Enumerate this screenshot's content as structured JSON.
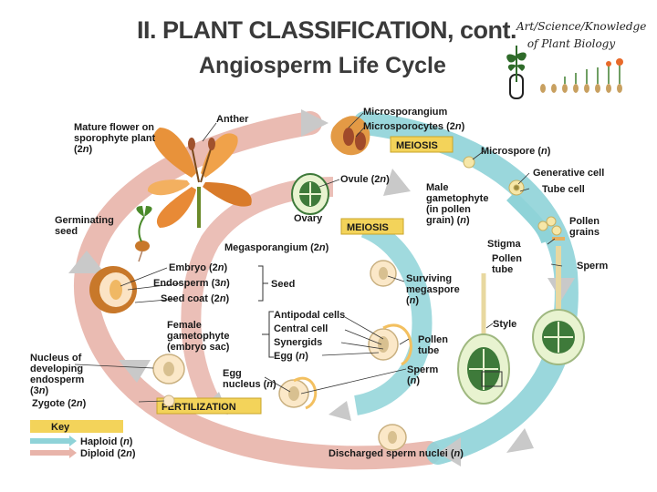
{
  "header": {
    "title": "II. PLANT CLASSIFICATION, cont.",
    "subtitle": "Angiosperm Life Cycle",
    "brand_line1": "Art/Science/Knowledge",
    "brand_line2": "of Plant Biology"
  },
  "stages": {
    "meiosis_top": "MEIOSIS",
    "meiosis_mid": "MEIOSIS",
    "fertilization": "FERTILIZATION"
  },
  "labels": {
    "mature_flower_1": "Mature flower on",
    "mature_flower_2": "sporophyte plant",
    "mature_flower_3_a": "(2",
    "mature_flower_3_n": "n",
    "mature_flower_3_b": ")",
    "anther": "Anther",
    "microsporangium": "Microsporangium",
    "microsporocytes_a": "Microsporocytes (2",
    "microsporocytes_n": "n",
    "microsporocytes_b": ")",
    "microspore_a": "Microspore (",
    "microspore_n": "n",
    "microspore_b": ")",
    "generative_cell": "Generative cell",
    "tube_cell": "Tube cell",
    "ovule_a": "Ovule (2",
    "ovule_n": "n",
    "ovule_b": ")",
    "ovary": "Ovary",
    "male_gam_1": "Male",
    "male_gam_2": "gametophyte",
    "male_gam_3": "(in pollen",
    "male_gam_4_a": "grain) (",
    "male_gam_4_n": "n",
    "male_gam_4_b": ")",
    "pollen_grains_1": "Pollen",
    "pollen_grains_2": "grains",
    "germinating_1": "Germinating",
    "germinating_2": "seed",
    "megasporangium_a": "Megasporangium (2",
    "megasporangium_n": "n",
    "megasporangium_b": ")",
    "stigma": "Stigma",
    "pollen_tube_1": "Pollen",
    "pollen_tube_2": "tube",
    "sperm_right": "Sperm",
    "embryo_a": "Embryo (2",
    "embryo_n": "n",
    "embryo_b": ")",
    "endosperm_a": "Endosperm (3",
    "endosperm_n": "n",
    "endosperm_b": ")",
    "seed_coat_a": "Seed coat (2",
    "seed_coat_n": "n",
    "seed_coat_b": ")",
    "seed": "Seed",
    "surviving_1": "Surviving",
    "surviving_2": "megaspore",
    "surviving_3_a": "(",
    "surviving_3_n": "n",
    "surviving_3_b": ")",
    "antipodal": "Antipodal cells",
    "central_cell": "Central cell",
    "synergids": "Synergids",
    "egg_a": "Egg (",
    "egg_n": "n",
    "egg_b": ")",
    "female_1": "Female",
    "female_2": "gametophyte",
    "female_3": "(embryo sac)",
    "style": "Style",
    "pollen_tube_mid_1": "Pollen",
    "pollen_tube_mid_2": "tube",
    "nucleus_1": "Nucleus of",
    "nucleus_2": "developing",
    "nucleus_3": "endosperm",
    "nucleus_4_a": "(3",
    "nucleus_4_n": "n",
    "nucleus_4_b": ")",
    "egg_nucleus_1": "Egg",
    "egg_nucleus_2_a": "nucleus (",
    "egg_nucleus_2_n": "n",
    "egg_nucleus_2_b": ")",
    "sperm_low_1": "Sperm",
    "sperm_low_2_a": "(",
    "sperm_low_2_n": "n",
    "sperm_low_2_b": ")",
    "zygote_a": "Zygote (2",
    "zygote_n": "n",
    "zygote_b": ")",
    "discharged_a": "Discharged sperm nuclei (",
    "discharged_n": "n",
    "discharged_b": ")"
  },
  "key": {
    "title": "Key",
    "haploid_a": "Haploid (",
    "haploid_n": "n",
    "haploid_b": ")",
    "diploid_a": "Diploid (2",
    "diploid_n": "n",
    "diploid_b": ")"
  },
  "colors": {
    "haploid_arrow": "#8fd3d8",
    "diploid_arrow": "#e8b4aa",
    "stage_badge": "#f3d35a",
    "flower": "#e8923a",
    "ovule_green": "#3e7a3a",
    "gray_arrow": "#bdbdbd"
  }
}
